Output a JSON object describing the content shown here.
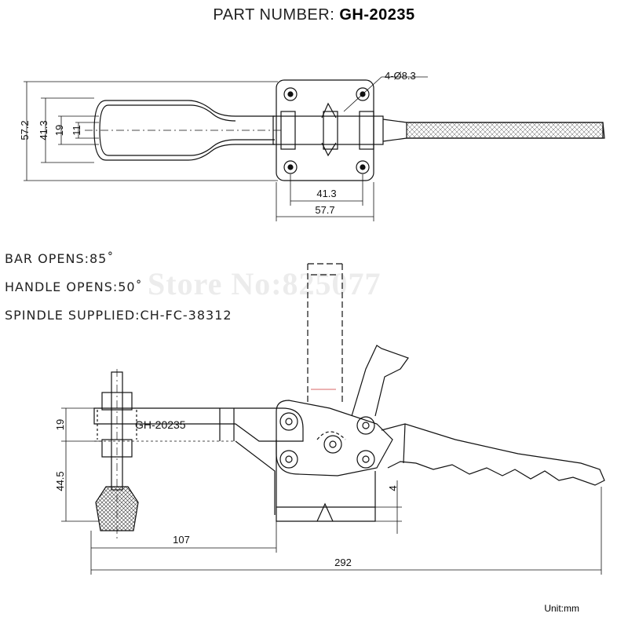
{
  "header": {
    "prefix": "PART NUMBER: ",
    "part_number": "GH-20235"
  },
  "specs": {
    "bar_opens": "BAR OPENS:85˚",
    "handle_opens": "HANDLE OPENS:50˚",
    "spindle": "SPINDLE SUPPLIED:CH-FC-38312"
  },
  "watermark": "Store No:825077",
  "unit": "Unit:mm",
  "top_view": {
    "hole_callout": "4-Ø8.3",
    "dim_57_2": "57.2",
    "dim_41_3_v": "41.3",
    "dim_19_v": "19",
    "dim_11": "11",
    "dim_41_3_h": "41.3",
    "dim_57_7": "57.7"
  },
  "side_view": {
    "bar_label": "GH-20235",
    "dim_19": "19",
    "dim_44_5": "44.5",
    "dim_4": "4",
    "dim_107": "107",
    "dim_292": "292"
  },
  "colors": {
    "line": "#111111",
    "text": "#222222"
  }
}
